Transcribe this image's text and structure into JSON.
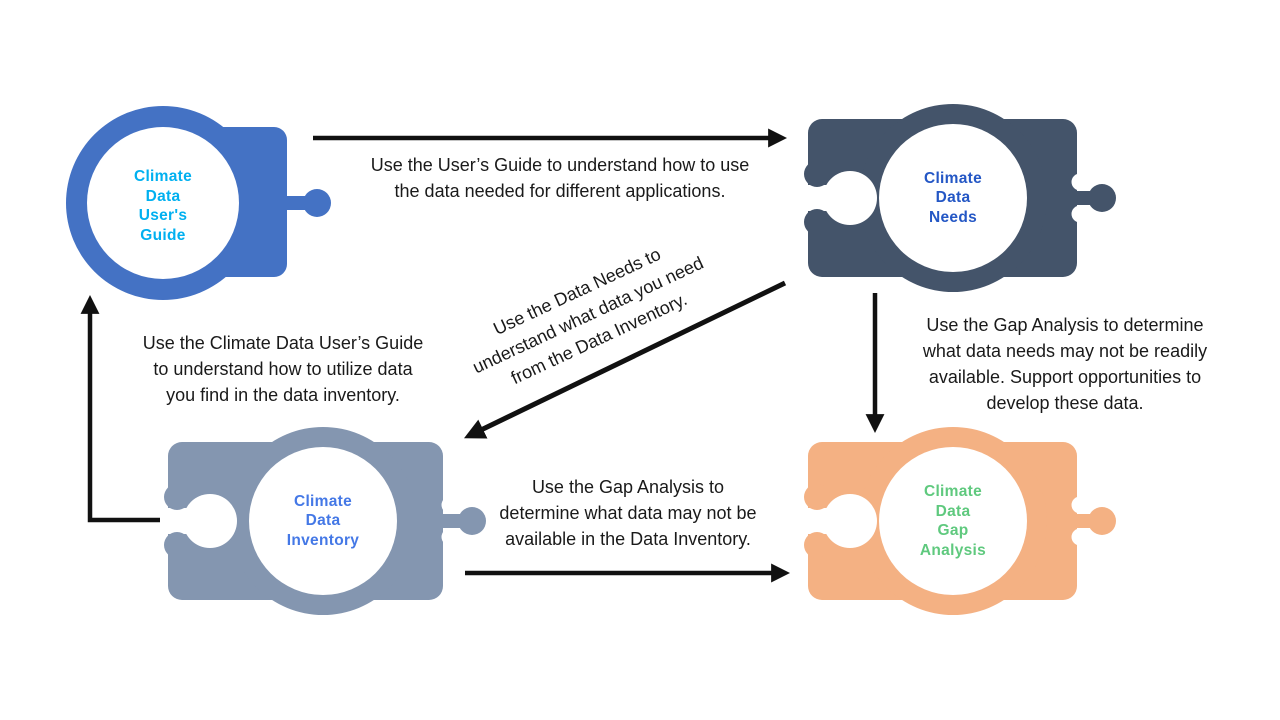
{
  "pieces": [
    {
      "name": "climate-data-users-guide",
      "label": "Climate\nData\nUser's\nGuide",
      "fill": "#4472C4",
      "label_color": "#00B0F0"
    },
    {
      "name": "climate-data-needs",
      "label": "Climate\nData\nNeeds",
      "fill": "#44546A",
      "label_color": "#2457C5"
    },
    {
      "name": "climate-data-inventory",
      "label": "Climate\nData\nInventory",
      "fill": "#8496B0",
      "label_color": "#4478E6"
    },
    {
      "name": "climate-data-gap-analysis",
      "label": "Climate\nData\nGap\nAnalysis",
      "fill": "#F4B183",
      "label_color": "#5FC97E"
    }
  ],
  "annotations": {
    "top": "Use the User’s Guide to understand how to use\nthe data needed for different applications.",
    "diagonal": "Use the Data Needs to\nunderstand what data you need\nfrom the Data Inventory.",
    "left": "Use the Climate Data User’s Guide\nto understand how to utilize data\nyou find in the data inventory.",
    "right": "Use the Gap Analysis to determine\nwhat data needs may not be readily\navailable. Support opportunities to\ndevelop these data.",
    "bottom": "Use the Gap Analysis to\ndetermine what data may not be\navailable in the Data Inventory."
  },
  "colors": {
    "background": "#ffffff",
    "arrow": "#111111",
    "text": "#1a1a1a"
  }
}
